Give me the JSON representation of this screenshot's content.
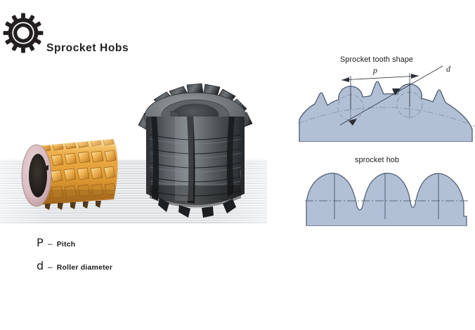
{
  "header": {
    "logo_icon": "sprocket-gear-icon",
    "title": "Sprocket Hobs"
  },
  "photos": {
    "gold_hob": {
      "name": "tin-coated-sprocket-hob",
      "body_color": "#e8a33d",
      "highlight_color": "#f7d27a",
      "shadow_color": "#b06a1e",
      "bore_color": "#2b2723",
      "face_ring_color": "#d9bfc2"
    },
    "dark_hob": {
      "name": "hss-sprocket-hob",
      "body_color": "#4a4d50",
      "highlight_color": "#8b9094",
      "shadow_color": "#222426",
      "bore_color": "#3a3d40",
      "face_color": "#73787c"
    },
    "bench_surface": "brushed-steel-stripes"
  },
  "legend": [
    {
      "symbol": "P",
      "dash": "–",
      "label": "Pitch"
    },
    {
      "symbol": "d",
      "dash": "–",
      "label": "Roller diameter"
    }
  ],
  "diagrams": {
    "tooth_shape": {
      "caption": "Sprocket tooth shape",
      "dimension_pitch": "p",
      "dimension_roller": "d",
      "profile_fill": "#b2c0d6",
      "profile_stroke": "#4c5a6e",
      "construction_stroke": "#8a93a3",
      "teeth": 4,
      "roller_seats": 3
    },
    "sprocket_hob": {
      "caption": "sprocket hob",
      "profile_fill": "#b2c0d6",
      "profile_stroke": "#56637a",
      "centerline_stroke": "#5d6878",
      "humps": 3
    }
  },
  "colors": {
    "background": "#ffffff",
    "text": "#1b1b1b",
    "title": "#231f20",
    "diagram_fill": "#b2c0d6"
  }
}
